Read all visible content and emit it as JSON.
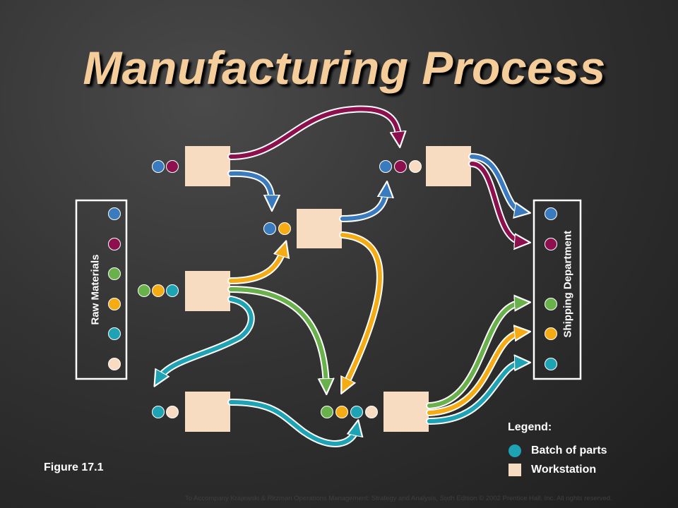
{
  "title": "Manufacturing Process",
  "raw_materials_label": "Raw Materials",
  "shipping_label": "Shipping Department",
  "legend": {
    "title": "Legend:",
    "batch_label": "Batch of parts",
    "workstation_label": "Workstation"
  },
  "figure_label": "Figure 17.1",
  "footer": "To Accompany Krajewski & Ritzman Operations Management: Strategy and Analysis, Sixth Edition © 2002 Prentice Hall, Inc. All rights reserved.",
  "colors": {
    "blue": "#3a7bc0",
    "maroon": "#8e0f4e",
    "green": "#69b14a",
    "orange": "#f5ac14",
    "teal": "#1da3b4",
    "peach": "#f8dcc2",
    "title": "#f5cd9a"
  }
}
